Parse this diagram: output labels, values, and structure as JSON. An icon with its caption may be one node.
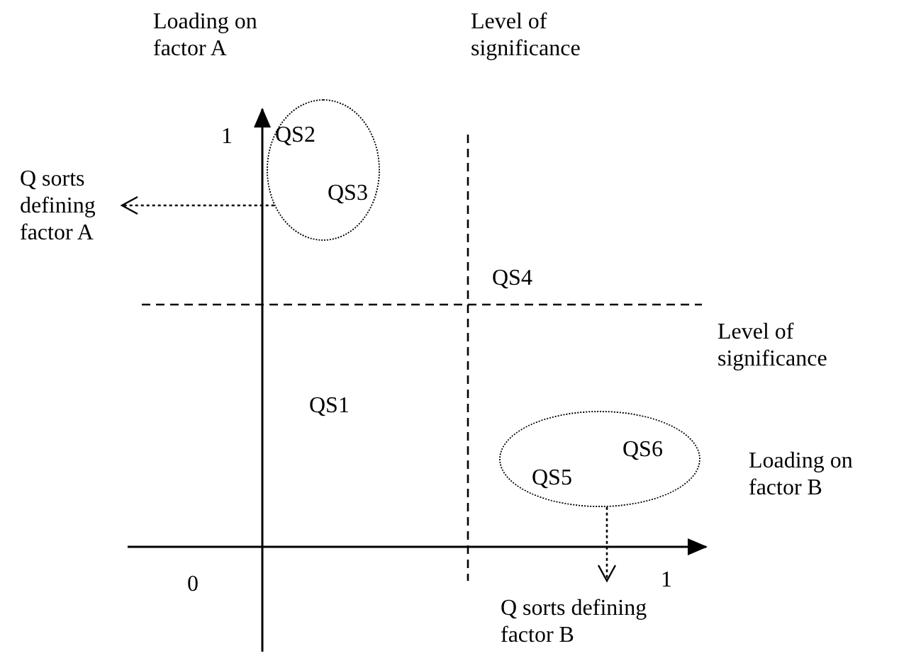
{
  "diagram": {
    "nodes": [
      {
        "text": [
          "Q sorts defining factor A"
        ]
      },
      {
        "text": [
          "QS2",
          "QS3"
        ]
      },
      {
        "text": [
          "QS6",
          "QS5"
        ]
      },
      {
        "text": [
          "Q sorts defining factor B"
        ]
      }
    ],
    "edges": [
      {
        "from": 1,
        "to": 0,
        "arrow": "to",
        "style": "dashed"
      },
      {
        "from": 2,
        "to": 3,
        "arrow": "to",
        "style": "dashed"
      }
    ],
    "labels": [
      "Loading on factor A",
      "Level of significance",
      "1",
      "QS4",
      "Level of significance",
      "QS1",
      "Loading on factor B",
      "0",
      "1"
    ]
  }
}
